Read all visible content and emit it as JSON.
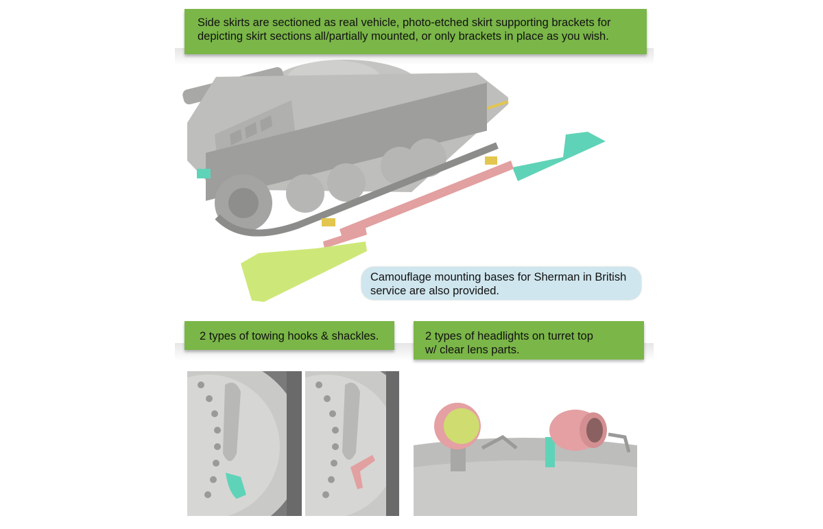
{
  "top_banner": {
    "line1": "Side skirts are sectioned as real vehicle, photo-etched skirt supporting brackets for",
    "line2": "depicting skirt sections all/partially mounted, or only brackets in place as you wish."
  },
  "callout": {
    "line1": "Camouflage mounting bases for Sherman in British",
    "line2": "service are also provided."
  },
  "towing_banner": {
    "text": "2 types of towing hooks & shackles."
  },
  "headlight_banner": {
    "line1": "2 types of headlights on turret top",
    "line2": "w/ clear lens parts."
  },
  "colors": {
    "banner_green": "#7ab648",
    "callout_blue": "#cfe6ee",
    "model_grey": "#b4b4b2",
    "skirt_pink": "#e2a0a0",
    "skirt_teal": "#5fd3b8",
    "skirt_lime": "#cde878",
    "etched_brass": "#e3c64f"
  }
}
